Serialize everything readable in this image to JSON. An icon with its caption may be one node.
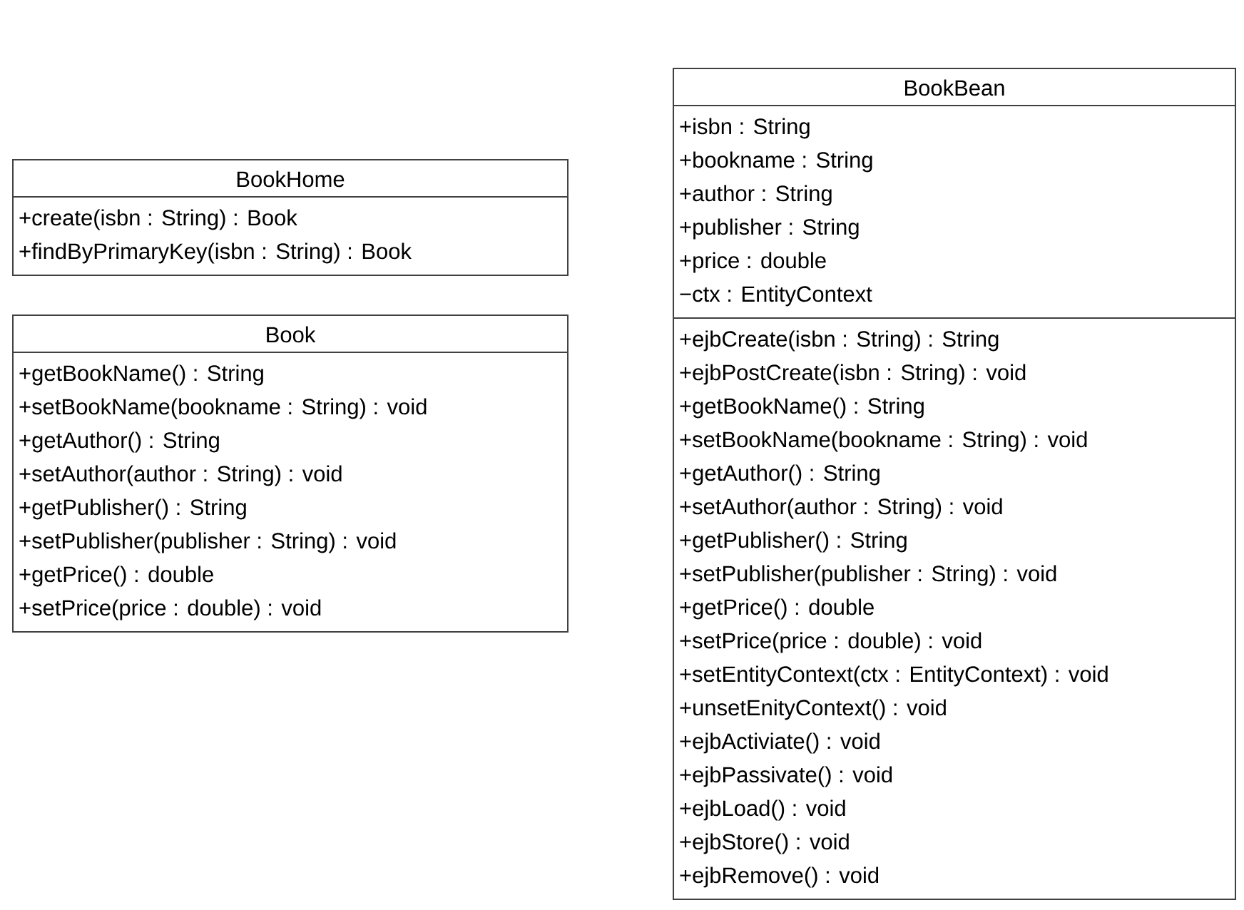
{
  "diagram": {
    "nodes": [
      {
        "text": [
          "BookHome"
        ]
      },
      {
        "text": [
          "+create(isbn : String) : Book",
          "+findByPrimaryKey(isbn : String) : Book"
        ],
        "in": 0
      },
      {
        "text": [
          "Book"
        ]
      },
      {
        "text": [
          "+getBookName() : String",
          "+setBookName(bookname : String) : void",
          "+getAuthor() : String",
          "+setAuthor(author : String) : void",
          "+getPublisher() : String",
          "+setPublisher(publisher : String) : void",
          "+getPrice() : double",
          "+setPrice(price : double) : void"
        ],
        "in": 2
      },
      {
        "text": [
          "BookBean"
        ]
      },
      {
        "text": [
          "+isbn : String",
          "+bookname : String",
          "+author : String",
          "+publisher : String",
          "+price : double",
          "−ctx : EntityContext"
        ],
        "in": 4
      },
      {
        "text": [
          "+ejbCreate(isbn : String) : String",
          "+ejbPostCreate(isbn : String) : void",
          "+getBookName() : String",
          "+setBookName(bookname : String) : void",
          "+getAuthor() : String",
          "+setAuthor(author : String) : void",
          "+getPublisher() : String",
          "+setPublisher(publisher : String) : void",
          "+getPrice() : double",
          "+setPrice(price : double) : void",
          "+setEntityContext(ctx : EntityContext) : void",
          "+unsetEnityContext() : void",
          "+ejbActiviate() : void",
          "+ejbPassivate() : void",
          "+ejbLoad() : void",
          "+ejbStore() : void",
          "+ejbRemove() : void"
        ],
        "in": 4
      }
    ]
  }
}
